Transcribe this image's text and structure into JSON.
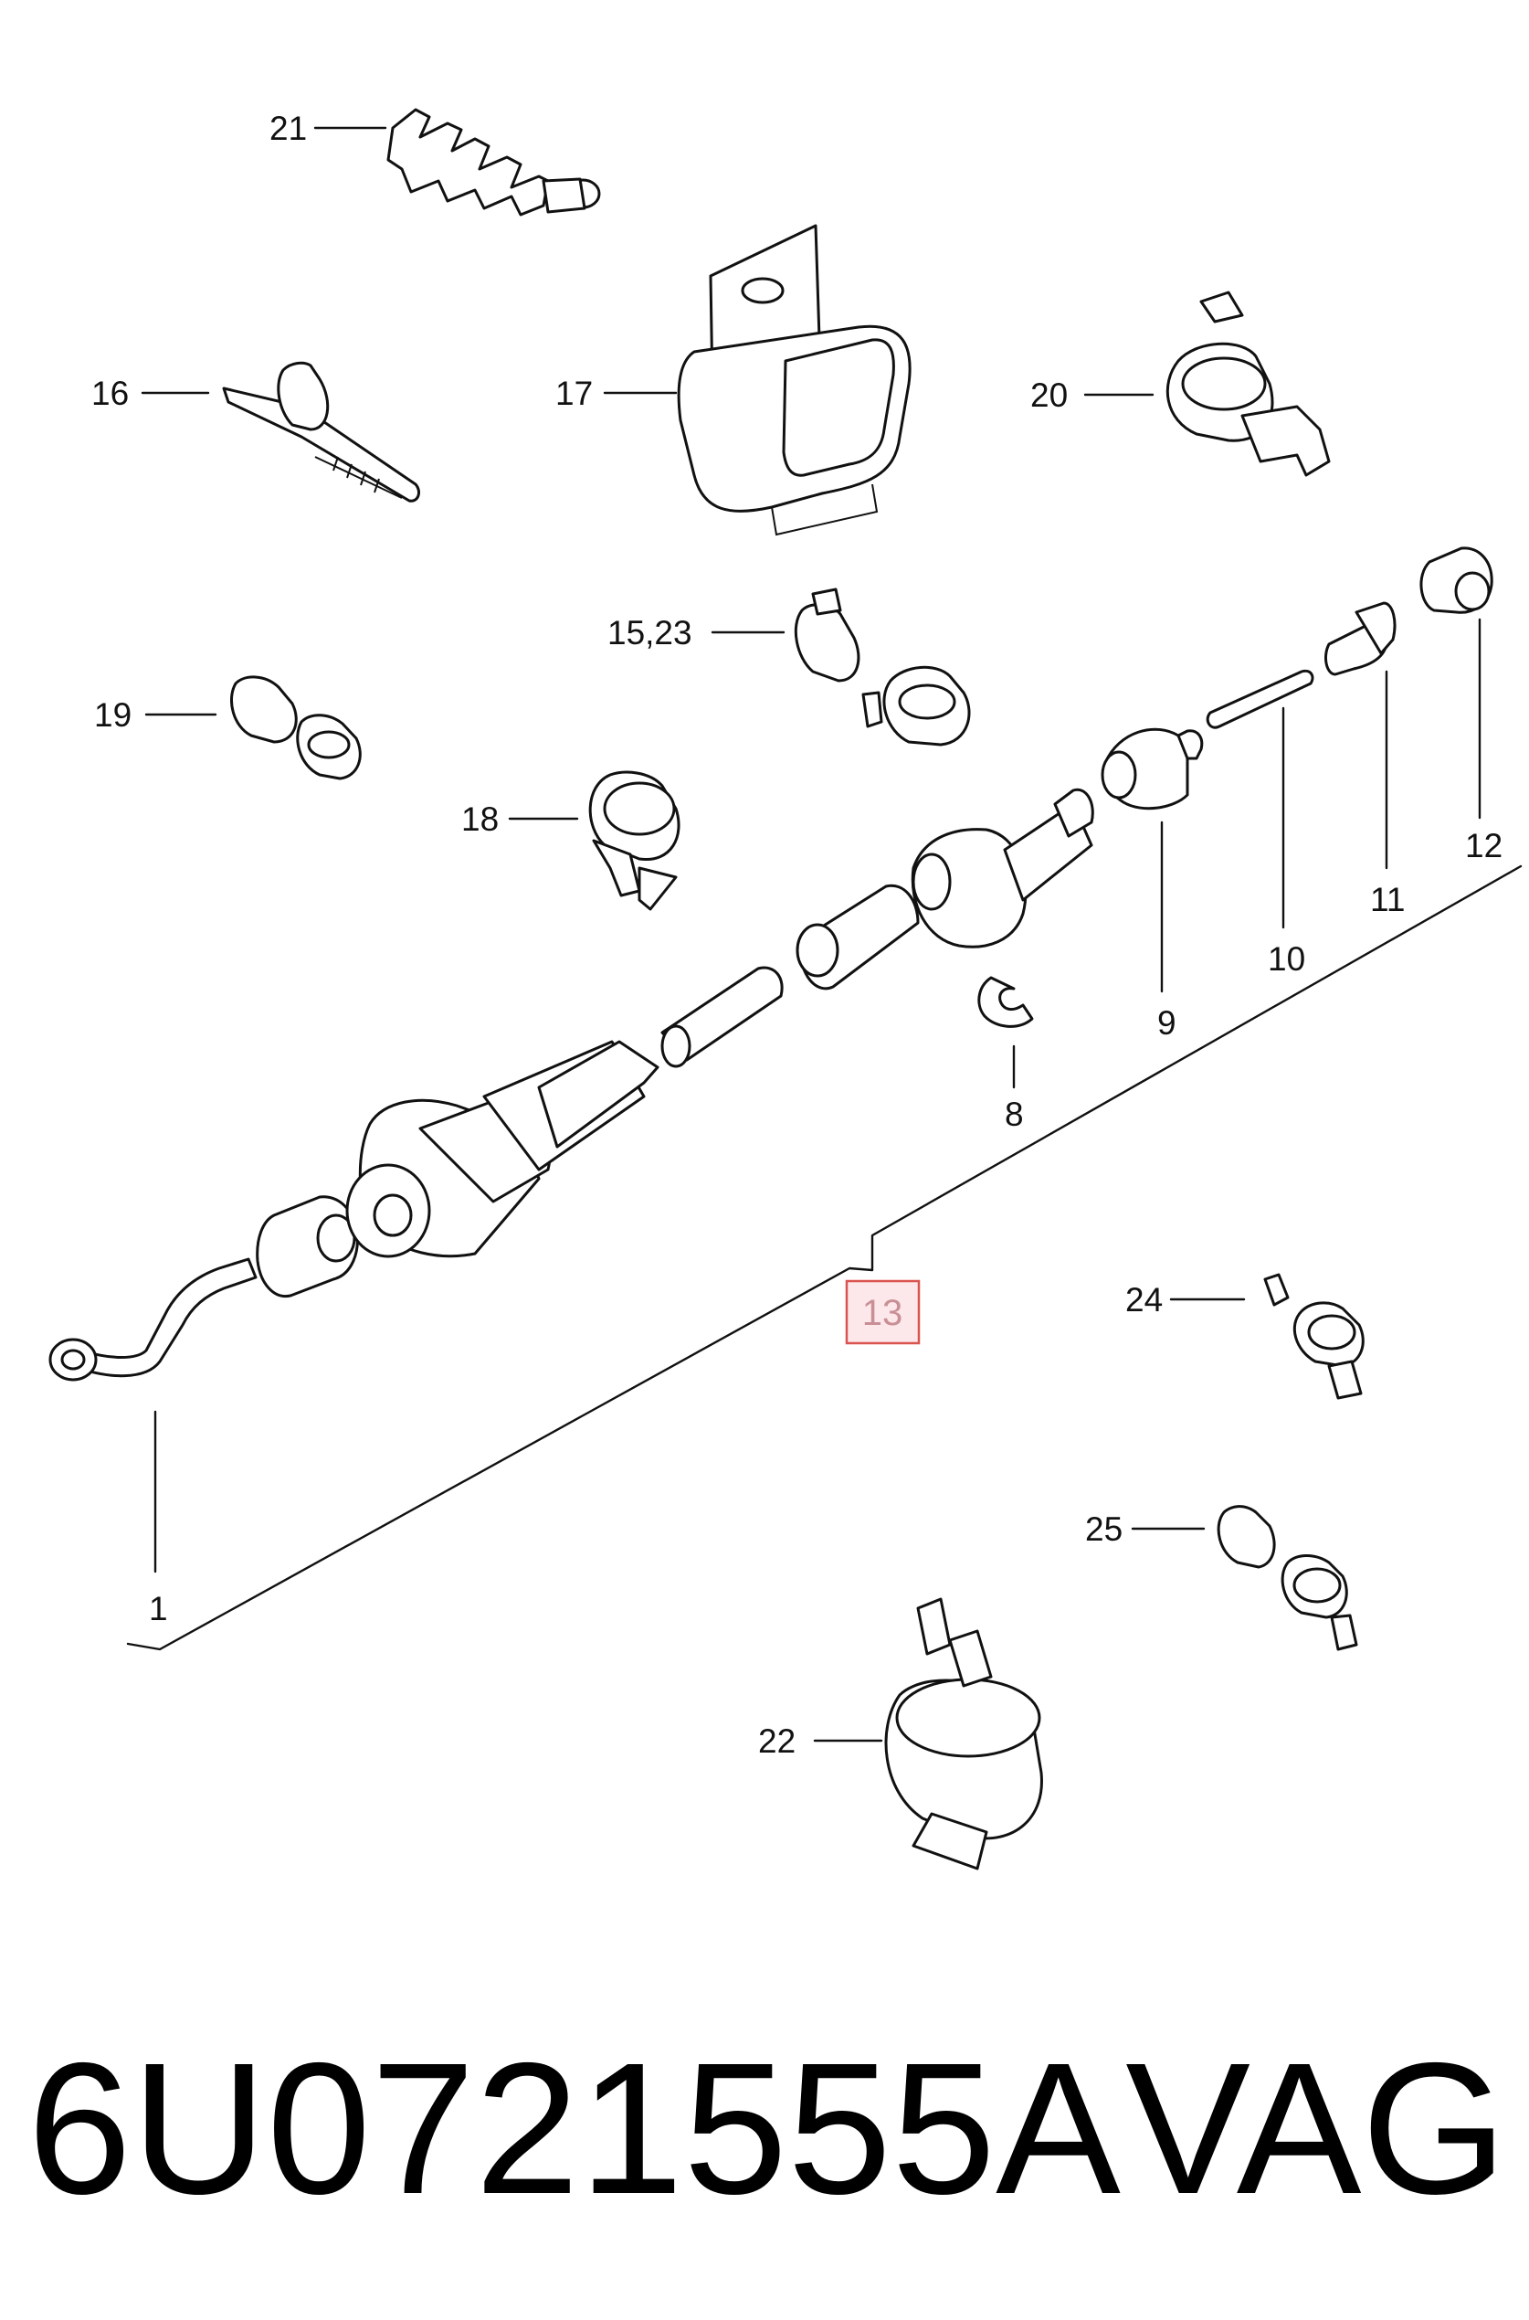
{
  "callouts": {
    "c1": "1",
    "c8": "8",
    "c9": "9",
    "c10": "10",
    "c11": "11",
    "c12": "12",
    "c13": "13",
    "c15_23": "15,23",
    "c16": "16",
    "c17": "17",
    "c18": "18",
    "c19": "19",
    "c20": "20",
    "c21": "21",
    "c22": "22",
    "c24": "24",
    "c25": "25"
  },
  "highlight_color": "#d9534f",
  "footer": {
    "part_number": "6U0721555A",
    "brand": "VAG"
  }
}
